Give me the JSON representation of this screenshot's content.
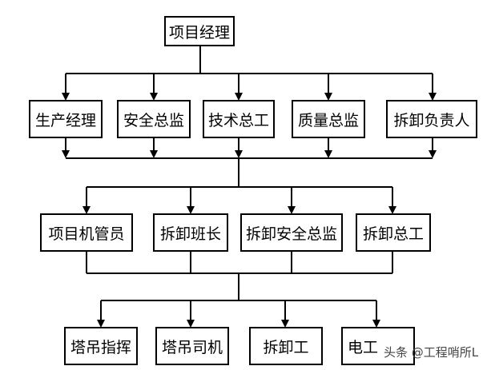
{
  "top": {
    "label": "项目经理"
  },
  "level1": [
    {
      "label": "生产经理"
    },
    {
      "label": "安全总监"
    },
    {
      "label": "技术总工"
    },
    {
      "label": "质量总监"
    },
    {
      "label": "拆卸负责人"
    }
  ],
  "level2": [
    {
      "label": "项目机管员"
    },
    {
      "label": "拆卸班长"
    },
    {
      "label": "拆卸安全总监"
    },
    {
      "label": "拆卸总工"
    }
  ],
  "level3": [
    {
      "label": "塔吊指挥"
    },
    {
      "label": "塔吊司机"
    },
    {
      "label": "拆卸工"
    },
    {
      "label": "电工"
    }
  ],
  "watermark": "头条 @工程哨所L"
}
